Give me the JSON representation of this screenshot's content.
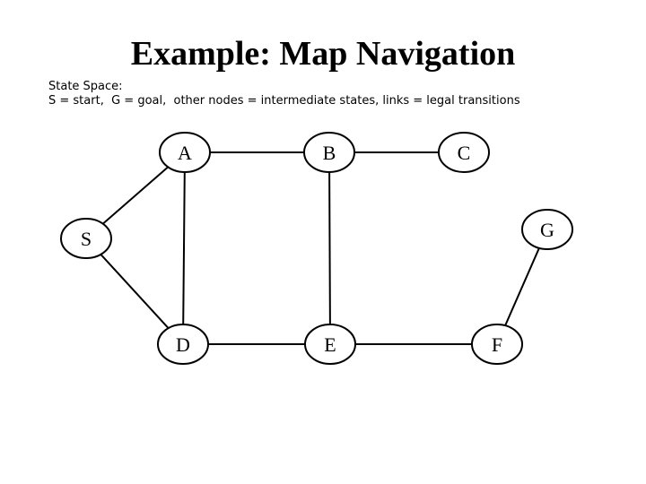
{
  "title": "Example: Map Navigation",
  "description": {
    "line1": "State Space:",
    "line2": "S = start,  G = goal,  other nodes = intermediate states, links = legal transitions"
  },
  "graph": {
    "nodes": [
      {
        "id": "A",
        "label": "A"
      },
      {
        "id": "B",
        "label": "B"
      },
      {
        "id": "C",
        "label": "C"
      },
      {
        "id": "S",
        "label": "S"
      },
      {
        "id": "G",
        "label": "G"
      },
      {
        "id": "D",
        "label": "D"
      },
      {
        "id": "E",
        "label": "E"
      },
      {
        "id": "F",
        "label": "F"
      }
    ],
    "edges": [
      [
        "S",
        "A"
      ],
      [
        "S",
        "D"
      ],
      [
        "A",
        "B"
      ],
      [
        "A",
        "D"
      ],
      [
        "B",
        "C"
      ],
      [
        "B",
        "E"
      ],
      [
        "D",
        "E"
      ],
      [
        "E",
        "F"
      ],
      [
        "F",
        "G"
      ]
    ]
  }
}
